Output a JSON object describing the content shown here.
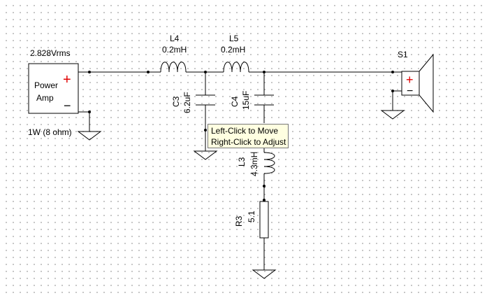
{
  "source": {
    "voltage": "2.828Vrms",
    "label_line1": "Power",
    "label_line2": "Amp",
    "plus": "+",
    "minus": "−",
    "rating": "1W (8 ohm)"
  },
  "components": {
    "L4": {
      "name": "L4",
      "value": "0.2mH"
    },
    "L5": {
      "name": "L5",
      "value": "0.2mH"
    },
    "C3": {
      "name": "C3",
      "value": "6.2uF"
    },
    "C4": {
      "name": "C4",
      "value": "15uF"
    },
    "L3": {
      "name": "L3",
      "value": "4.3mH"
    },
    "R3": {
      "name": "R3",
      "value": "5.1"
    }
  },
  "speaker": {
    "name": "S1",
    "plus": "+",
    "minus": "−"
  },
  "tooltip": {
    "line1": "Left-Click to Move",
    "line2": "Right-Click to Adjust"
  },
  "colors": {
    "polarity": "#e00000",
    "wire": "#000000",
    "tooltip_bg": "#ffffe1"
  }
}
